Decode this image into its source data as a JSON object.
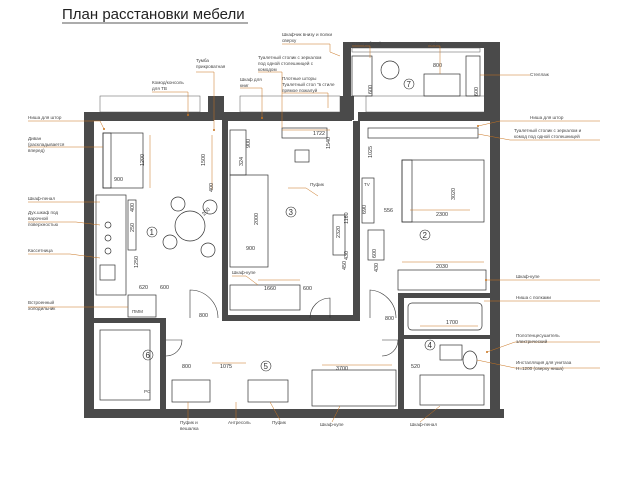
{
  "title": "План расстановки мебели",
  "rooms": [
    "1",
    "2",
    "3",
    "4",
    "5",
    "6",
    "7"
  ],
  "callouts": {
    "tumba_a": "Тумба",
    "tumba_b": "прикроватная",
    "komod_a": "Комод/консоль",
    "komod_b": "для ТВ",
    "shkaf_knig_a": "Шкаф для",
    "shkaf_knig_b": "книг",
    "shkafchik_a": "Шкафчик внизу и полки",
    "shkafchik_b": "сверху",
    "tualet_top_a": "Туалетный столик с зеркалом",
    "tualet_top_b": "под одной столешницей с",
    "tualet_top_c": "комодом",
    "plotn_a": "Плотные шторы",
    "plotn_b": "Туалетный стол \"в стиле",
    "plotn_c": "прямое пожалуй",
    "stol_rabochiy": "Стол рабочий",
    "pufik_top": "Пуфик",
    "stellazh": "Стеллаж",
    "nisha_left": "Ниша для штор",
    "nisha_right": "Ниша для штор",
    "tualet_right_a": "Туалетный столик с зеркалом и",
    "tualet_right_b": "комод под одной столешницей",
    "divan_a": "Диван",
    "divan_b": "(раскладывается",
    "divan_c": "вперед)",
    "shkaf_penal": "Шкаф-пенал",
    "dukh_a": "Дух.шкаф под",
    "dukh_b": "варочной",
    "dukh_c": "поверхностью",
    "kassetnitsa": "Кассетница",
    "vstroen_a": "Встроенный",
    "vstroen_b": "холодильник",
    "pufik_mid": "Пуфик",
    "shkaf_kupe_mid": "Шкаф-купе",
    "shkaf_kupe_right": "Шкаф-купе",
    "nisha_polki": "Ниша с полками",
    "polotentse_a": "Полотенцесушитель",
    "polotentse_b": "электрический",
    "installyatsiya_a": "Инсталляция для унитаза",
    "installyatsiya_b": "Н=1200 (сверху ниша)",
    "pufik_bottom_a": "Пуфик и",
    "pufik_bottom_b": "вешалка",
    "antresol": "Антресоль",
    "pufik_bottom": "Пуфик",
    "shkaf_kupe_bottom": "Шкаф-купе",
    "shkaf_penal_bottom": "Шкаф-пенал",
    "pmm": "ПММ",
    "tv": "TV",
    "pc": "PC"
  },
  "dimensions": {
    "d1722": "1722",
    "d1200": "1200",
    "d1500": "1500",
    "d400a": "400",
    "d324": "324",
    "d200a": "200",
    "d2000a": "2000",
    "d900a": "900",
    "d900b": "900",
    "d400b": "400",
    "d250": "250",
    "d620": "620",
    "d600a": "600",
    "d1250": "1250",
    "d800a": "800",
    "d1660": "1660",
    "d600b": "600",
    "d430": "430",
    "d1160": "1160",
    "d2300": "2300",
    "d2030": "2030",
    "d3020": "3020",
    "d1700": "1700",
    "d520": "520",
    "d3700": "3700",
    "d1075": "1075",
    "d800b": "800",
    "d690": "690",
    "d1025": "1025",
    "d556": "556",
    "d600c": "600",
    "d430b": "430",
    "d450": "450",
    "d2320": "2320",
    "d800c": "800",
    "d600d": "600",
    "d600e": "600",
    "d1540": "1540",
    "d900c": "900",
    "d800d": "800"
  }
}
